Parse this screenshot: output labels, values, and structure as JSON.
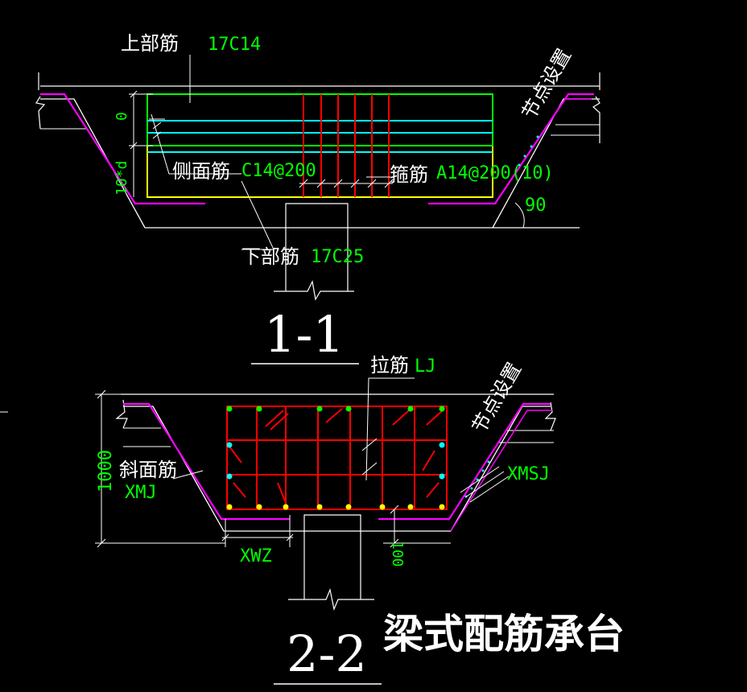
{
  "section_1_1": {
    "title": "1-1",
    "top_rebar_label": "上部筋",
    "top_rebar_value": "17C14",
    "side_rebar_label": "侧面筋",
    "side_rebar_value": "C14@200",
    "stirrup_label": "箍筋",
    "stirrup_value": "A14@200(10)",
    "bottom_rebar_label": "下部筋",
    "bottom_rebar_value": "17C25",
    "node_note": "节点设置",
    "dim_zero": "0",
    "dim_10d": "10*d",
    "angle": "90"
  },
  "section_2_2": {
    "title": "2-2",
    "tie_bar_label": "拉筋",
    "tie_bar_value": "LJ",
    "slope_rebar_label": "斜面筋",
    "slope_rebar_value": "XMJ",
    "node_note": "节点设置",
    "dim_1000": "1000",
    "dim_100": "100",
    "xwz": "XWZ",
    "xmsj": "XMSJ"
  },
  "drawing_title": "梁式配筋承台",
  "colors": {
    "background": "#000000",
    "outline": "#ffffff",
    "slope_rebar": "#ff00ff",
    "top_rebar": "#00ff00",
    "side_rebar": "#00ffff",
    "bottom_rebar": "#ffff00",
    "stirrup": "#ff0000",
    "label_value": "#00ff00"
  }
}
